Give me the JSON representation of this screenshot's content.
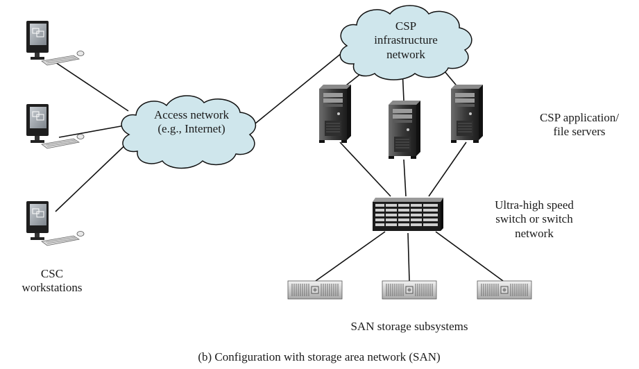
{
  "labels": {
    "csp_network": [
      "CSP",
      "infrastructure",
      "network"
    ],
    "access_network": [
      "Access network",
      "(e.g., Internet)"
    ],
    "csp_servers": [
      "CSP application/",
      "file servers"
    ],
    "switch": [
      "Ultra-high speed",
      "switch or switch",
      "network"
    ],
    "csc": [
      "CSC",
      "workstations"
    ],
    "san": "SAN storage subsystems",
    "caption": "(b) Configuration with storage area network (SAN)"
  },
  "colors": {
    "cloud_fill": "#cfe6ec",
    "line": "#111111",
    "device_dark": "#2b2b2b",
    "screen": "#9aa0a6"
  },
  "icons": [
    "workstation-icon",
    "server-icon",
    "switch-icon",
    "storage-icon",
    "cloud-icon"
  ]
}
